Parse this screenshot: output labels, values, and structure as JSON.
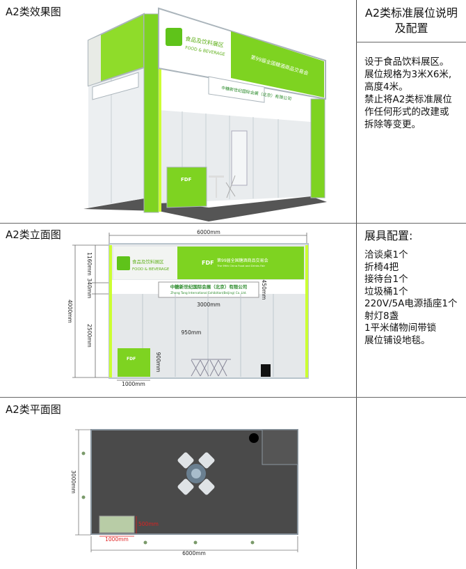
{
  "sections": {
    "render": {
      "title": "A2类效果图"
    },
    "elevation": {
      "title": "A2类立面图"
    },
    "plan": {
      "title": "A2类平面图"
    }
  },
  "right": {
    "heading_line1": "A2类标准展位说明",
    "heading_line2": "及配置",
    "description": [
      "设于食品饮料展区。",
      "展位规格为3米X6米,",
      "高度4米。",
      "禁止将A2类标准展位",
      "作任何形式的改建或",
      "拆除等变更。"
    ],
    "equipment_title": "展具配置:",
    "equipment": [
      "洽谈桌1个",
      "折椅4把",
      "接待台1个",
      "垃圾桶1个",
      "220V/5A电源插座1个",
      "射灯8盏",
      "1平米储物间带锁",
      "展位铺设地毯。"
    ]
  },
  "signage": {
    "zone_cn": "食品及饮料展区",
    "zone_en": "FOOD & BEVERAGE",
    "fair_logo": "FDF",
    "fair_cn": "第99届全国糖酒商品交易会",
    "fair_en": "The 99th China Food and Drinks Fair",
    "company_cn": "中糖新世纪国际会展（北京）有限公司",
    "company_en": "Zhong Tang International Exhibition(Beijing) Co.,Ltd."
  },
  "elevation_dims": {
    "width": "6000mm",
    "header": "1160mm",
    "fascia": "340mm",
    "total_height": "4000mm",
    "wall": "2500mm",
    "sign_height": "450mm",
    "sign_width": "3000mm",
    "panel": "950mm",
    "counter_height": "900mm",
    "counter_width": "1000mm"
  },
  "plan_dims": {
    "depth": "3000mm",
    "counter_depth": "500mm",
    "counter_width": "1000mm",
    "width": "6000mm"
  },
  "colors": {
    "green": "#7ed321",
    "lime": "#ccff33",
    "carpet": "#4a4a4a",
    "frame": "#b8c4cc",
    "dim_red": "#e02020"
  }
}
